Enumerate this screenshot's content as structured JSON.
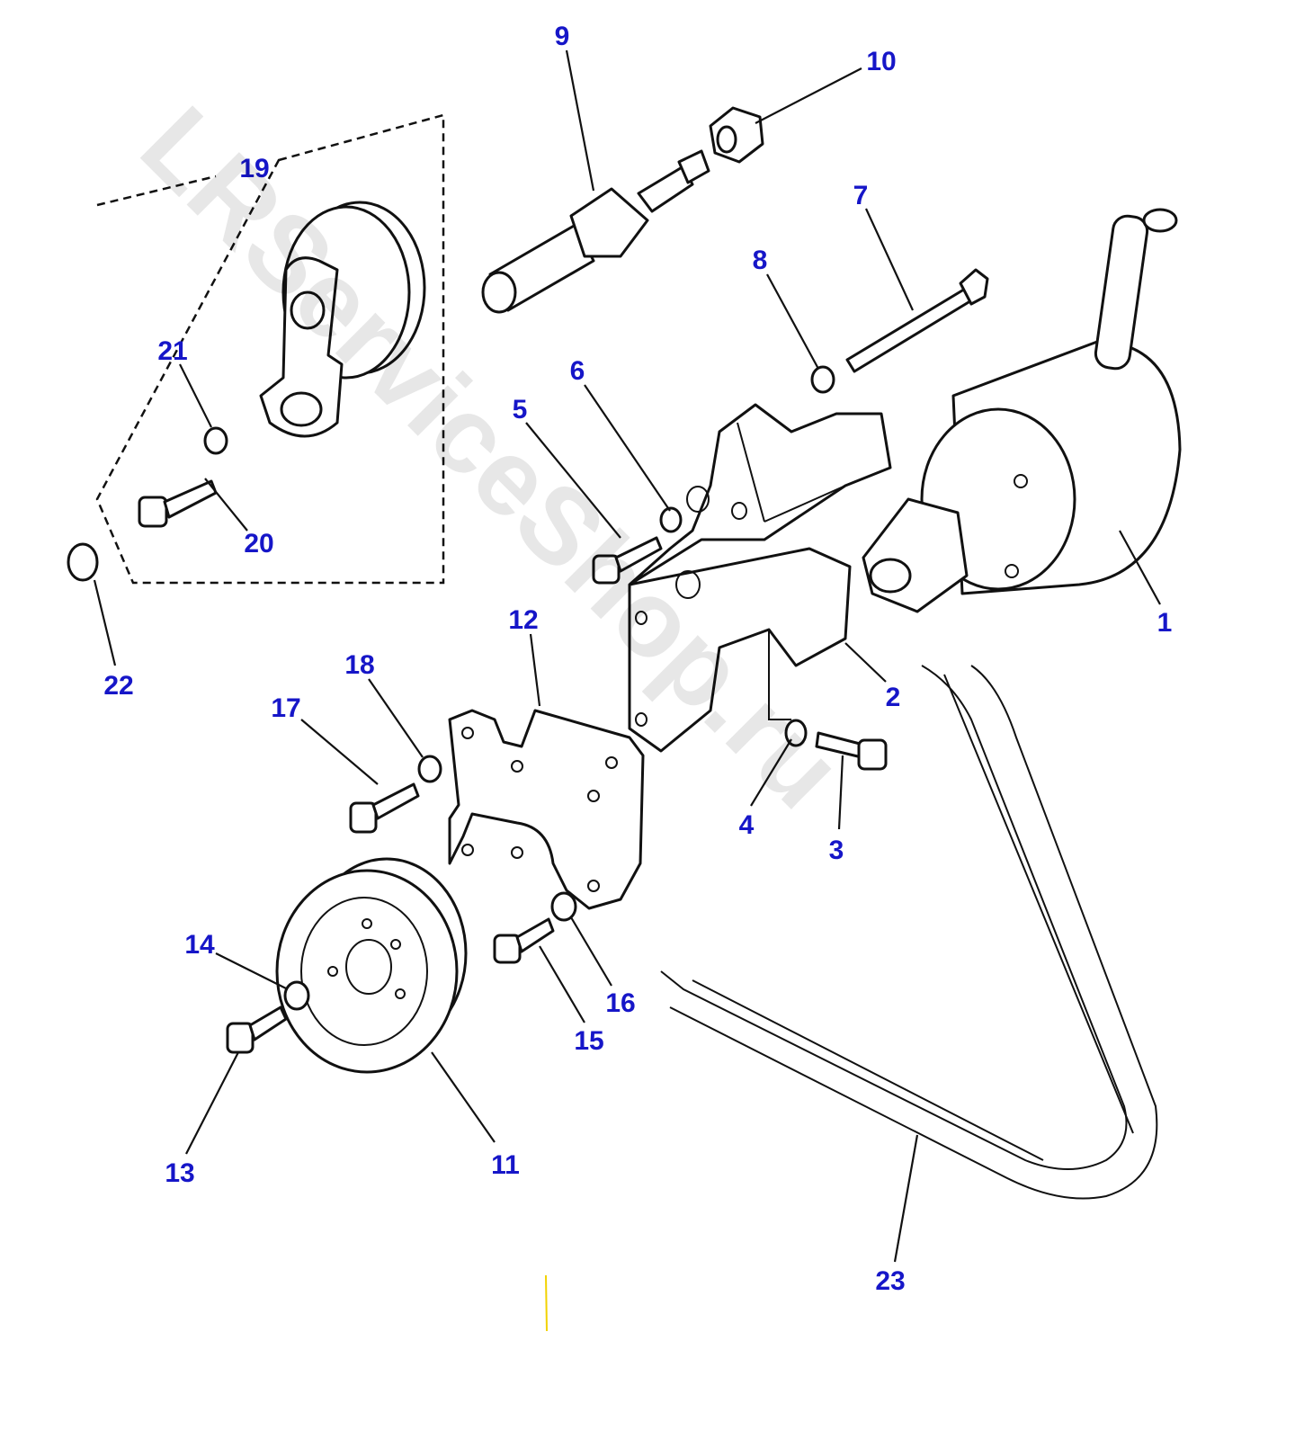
{
  "diagram": {
    "watermark": "LRServiceShop.ru",
    "accent_color": "#1616c8",
    "callouts": {
      "c1": "1",
      "c2": "2",
      "c3": "3",
      "c4": "4",
      "c5": "5",
      "c6": "6",
      "c7": "7",
      "c8": "8",
      "c9": "9",
      "c10": "10",
      "c11": "11",
      "c12": "12",
      "c13": "13",
      "c14": "14",
      "c15": "15",
      "c16": "16",
      "c17": "17",
      "c18": "18",
      "c19": "19",
      "c20": "20",
      "c21": "21",
      "c22": "22",
      "c23": "23"
    }
  }
}
